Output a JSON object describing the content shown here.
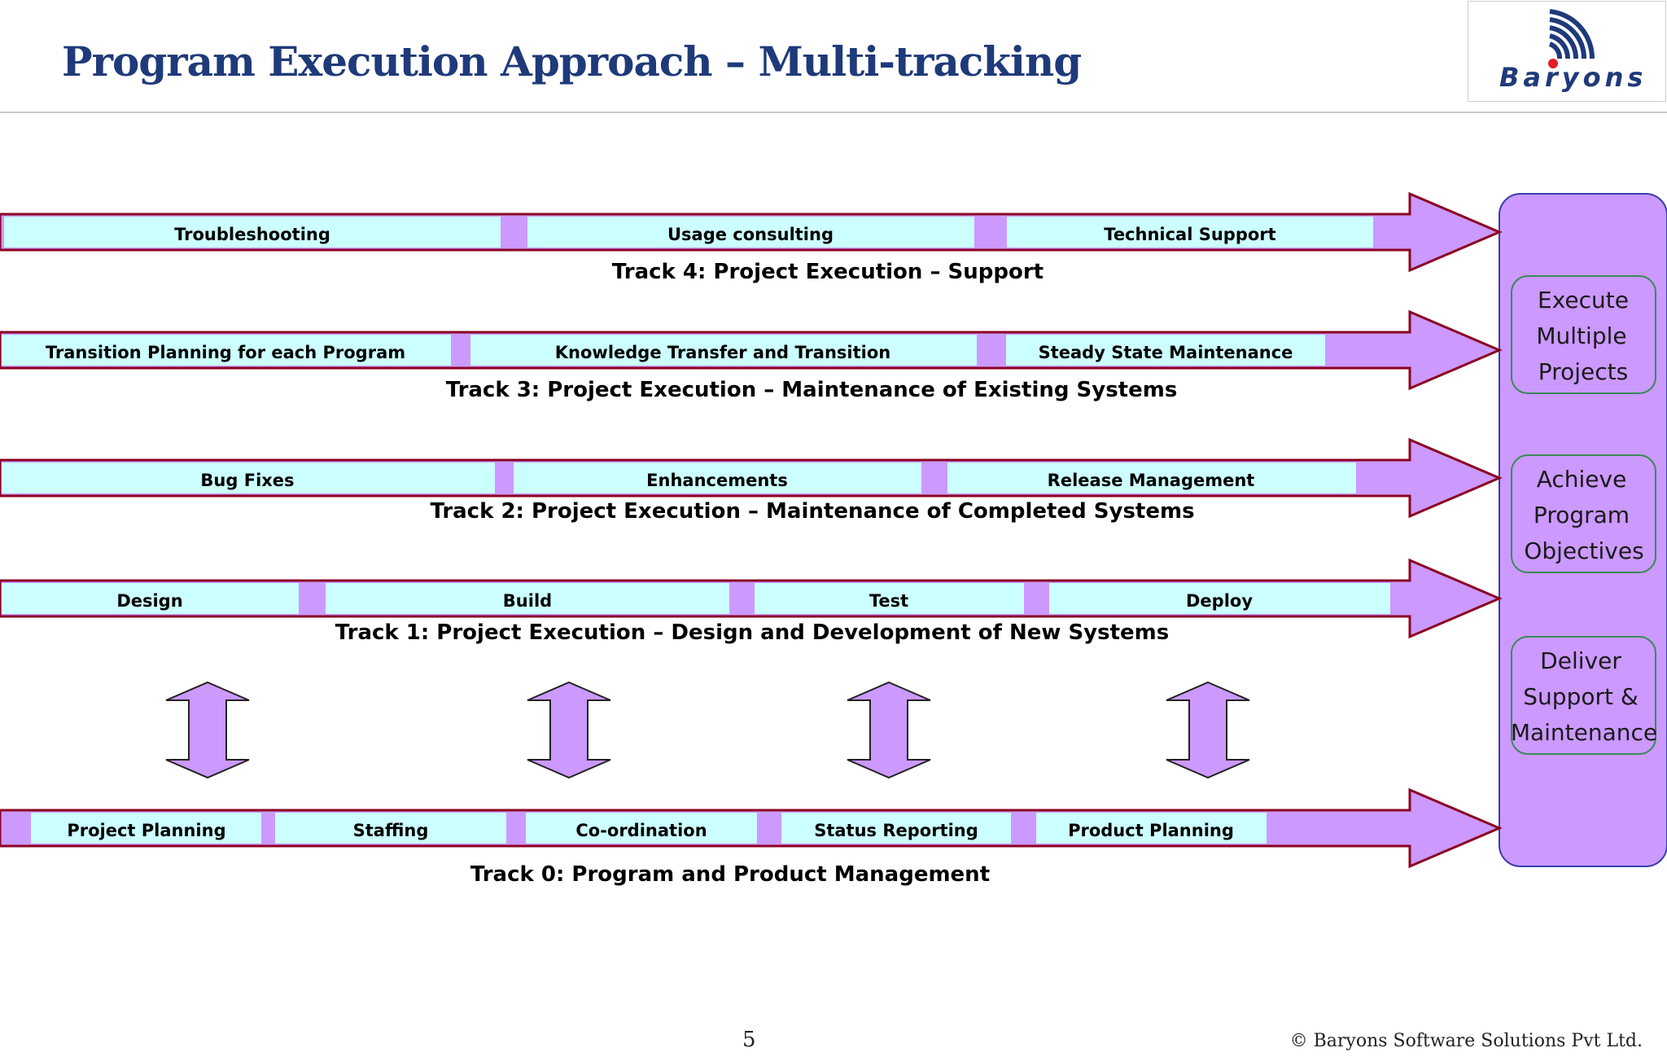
{
  "slide": {
    "title": "Program Execution Approach – Multi-tracking",
    "logo_text": "Baryons",
    "page_number": "5",
    "copyright": "© Baryons Software Solutions Pvt Ltd."
  },
  "colors": {
    "title": "#1f3a7a",
    "segment_fill": "#ccffff",
    "band_fill": "#cc99ff",
    "arrow_outline": "#8b0020",
    "goal_border": "#3a8a5a",
    "goal_panel_border": "#3b3bb0"
  },
  "tracks": [
    {
      "label": "Track 4: Project Execution – Support",
      "segments": [
        "Troubleshooting",
        "Usage consulting",
        "Technical Support"
      ]
    },
    {
      "label": "Track 3: Project Execution – Maintenance of Existing Systems",
      "segments": [
        "Transition Planning for each Program",
        "Knowledge Transfer and Transition",
        "Steady State Maintenance"
      ]
    },
    {
      "label": "Track 2: Project Execution – Maintenance of Completed Systems",
      "segments": [
        "Bug Fixes",
        "Enhancements",
        "Release Management"
      ]
    },
    {
      "label": "Track 1: Project Execution – Design and Development of New Systems",
      "segments": [
        "Design",
        "Build",
        "Test",
        "Deploy"
      ]
    },
    {
      "label": "Track 0: Program and Product Management",
      "segments": [
        "Project Planning",
        "Staffing",
        "Co-ordination",
        "Status Reporting",
        "Product Planning"
      ]
    }
  ],
  "goals": [
    {
      "lines": [
        "Execute",
        "Multiple",
        "Projects"
      ]
    },
    {
      "lines": [
        "Achieve",
        "Program",
        "Objectives"
      ]
    },
    {
      "lines": [
        "Deliver",
        "Support &",
        "Maintenance"
      ]
    }
  ]
}
